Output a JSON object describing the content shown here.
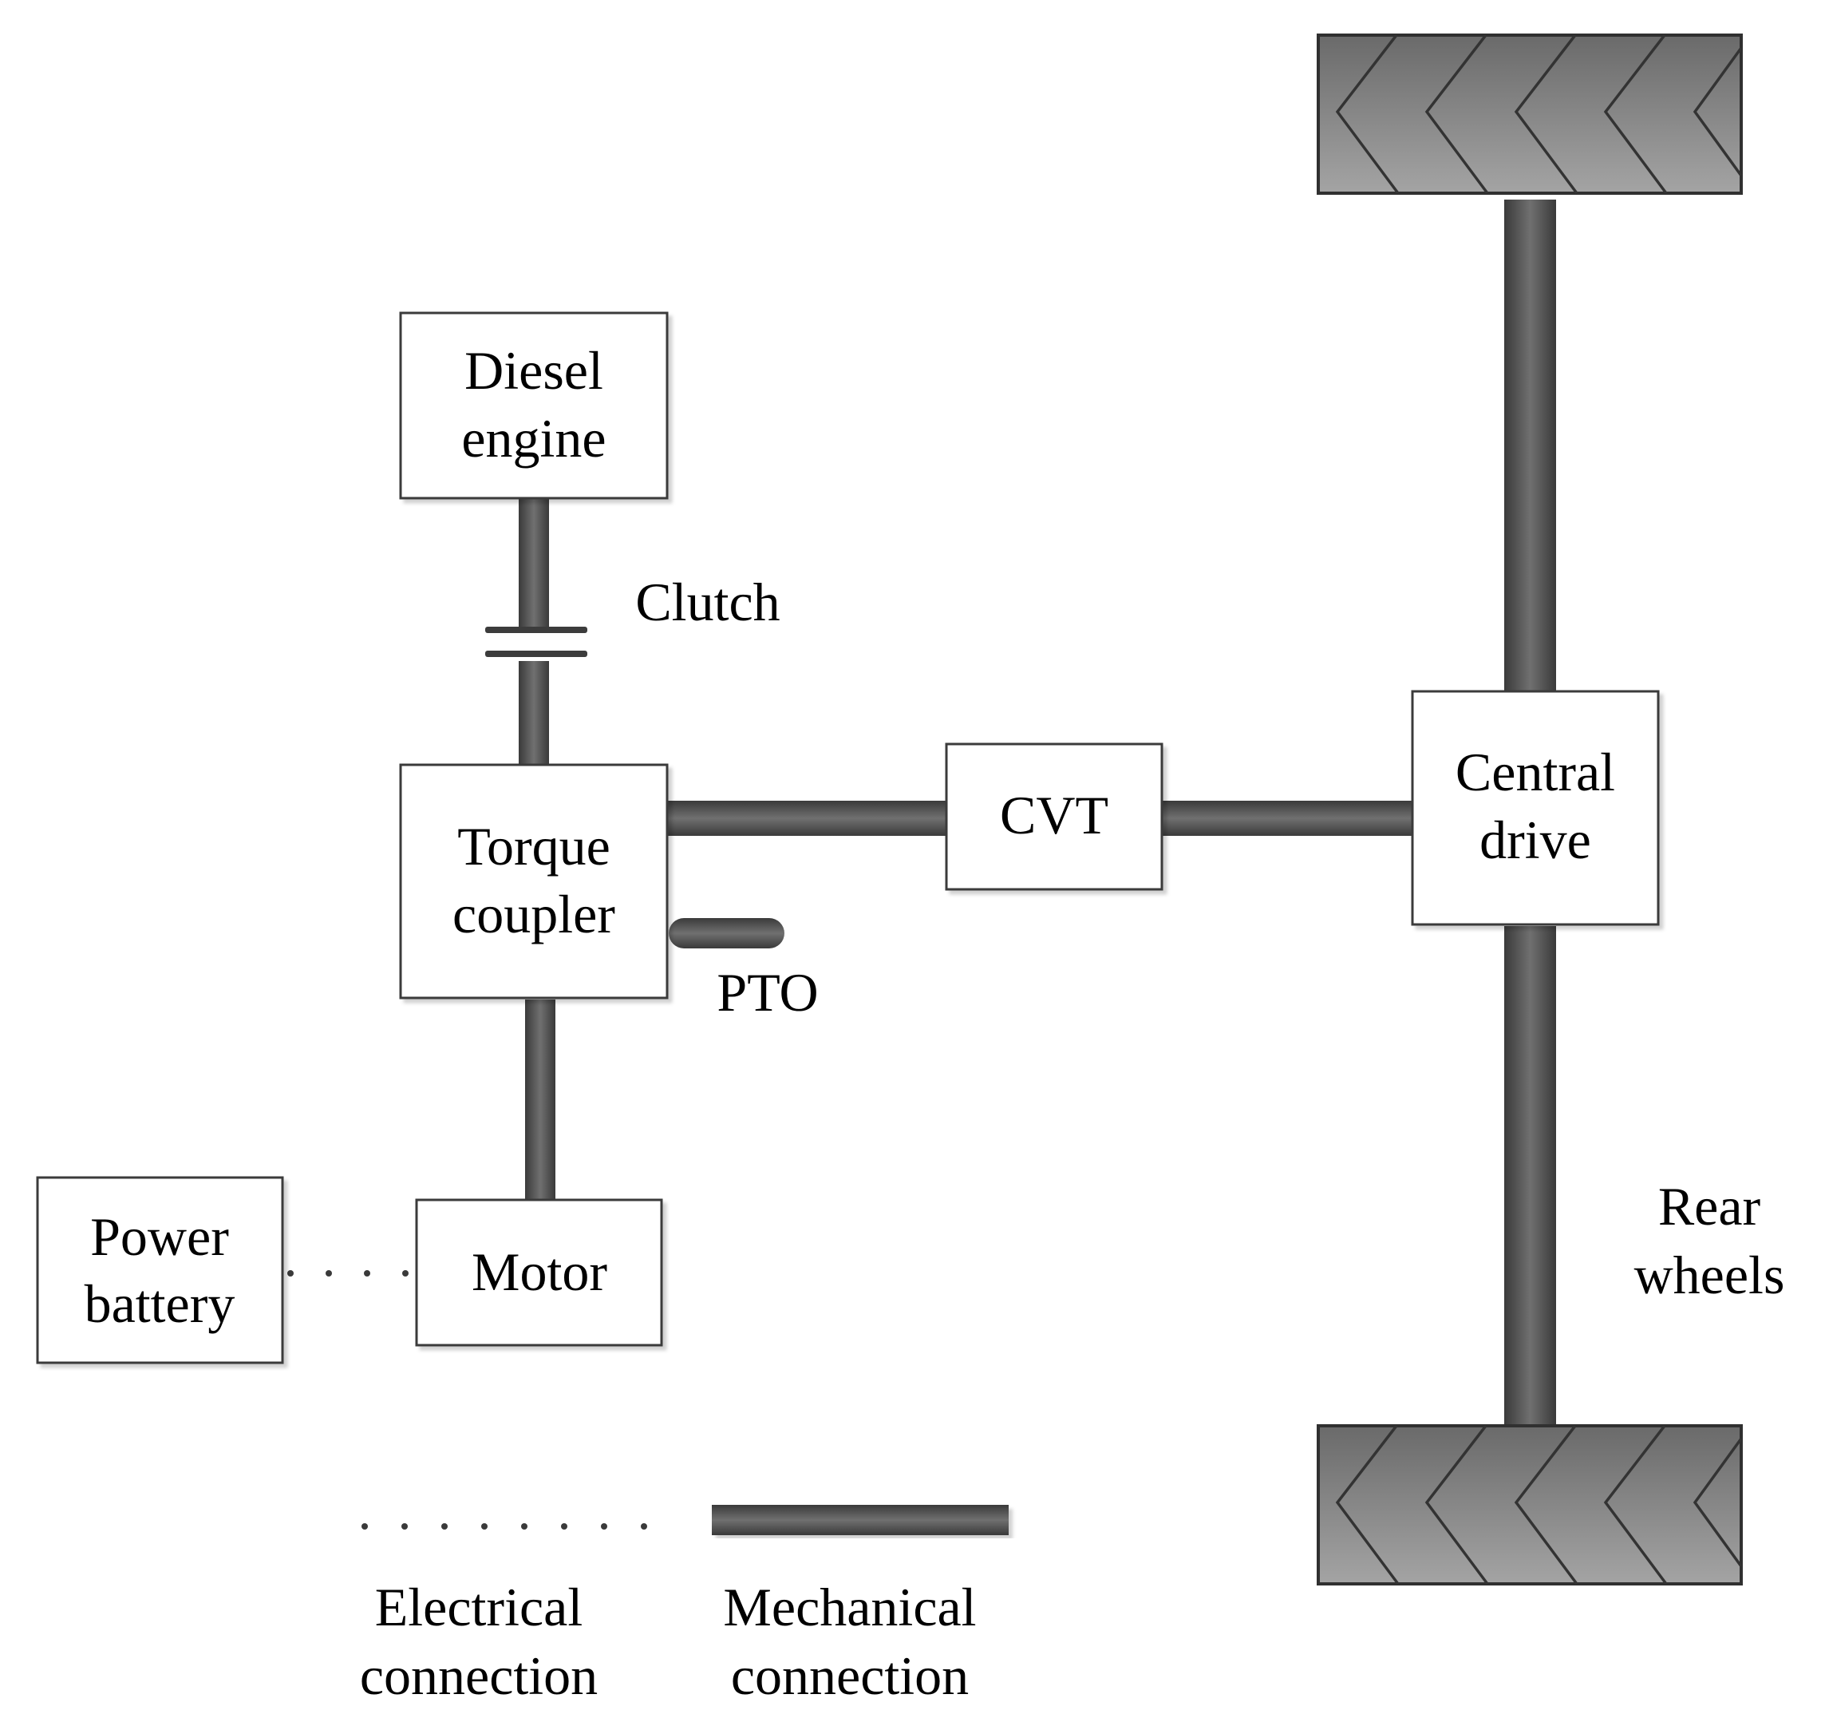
{
  "diagram": {
    "boxes": {
      "diesel_engine": [
        "Diesel",
        "engine"
      ],
      "torque_coupler": [
        "Torque",
        "coupler"
      ],
      "cvt": [
        "CVT"
      ],
      "central_drive": [
        "Central",
        "drive"
      ],
      "motor": [
        "Motor"
      ],
      "power_battery": [
        "Power",
        "battery"
      ]
    },
    "labels": {
      "clutch": "Clutch",
      "pto": "PTO",
      "rear_wheels": [
        "Rear",
        "wheels"
      ]
    },
    "legend": {
      "electrical": [
        "Electrical",
        "connection"
      ],
      "mechanical": [
        "Mechanical",
        "connection"
      ]
    },
    "colors": {
      "shaft_dark": "#3c3c3c",
      "shaft_light": "#6e6e6e",
      "tire_dark": "#6f6f6f",
      "tire_light": "#a0a0a0",
      "box_border": "#3a3a3a"
    }
  }
}
